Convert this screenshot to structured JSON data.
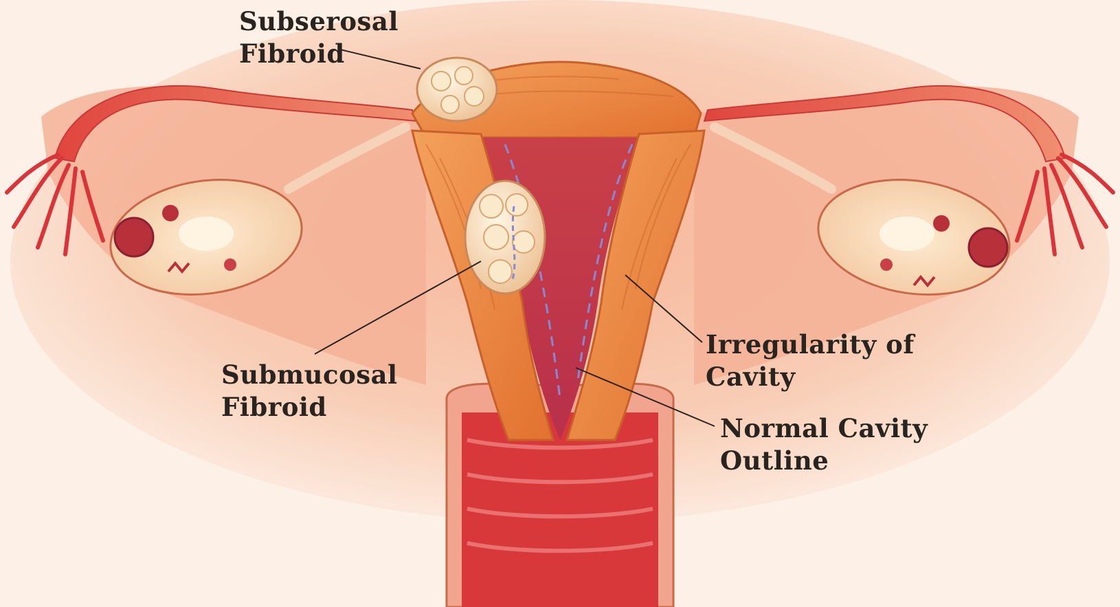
{
  "labels": {
    "subserosal": {
      "line1": "Subserosal",
      "line2": "Fibroid"
    },
    "submucosal": {
      "line1": "Submucosal",
      "line2": "Fibroid"
    },
    "irregularity": {
      "line1": "Irregularity of",
      "line2": "Cavity"
    },
    "normal_outline": {
      "line1": "Normal Cavity",
      "line2": "Outline"
    }
  },
  "colors": {
    "background": "#fdf0e6",
    "tissue_muscle": "#e8823f",
    "tissue_pink": "#f2a58e",
    "tissue_red": "#d9383a",
    "fibroid": "#f8e0bd",
    "leader_line": "#2a2420",
    "dashed_outline": "#8a88d0"
  },
  "icons": [
    "uterus-diagram",
    "fibroid-nodule",
    "ovary",
    "fallopian-tube",
    "cervix"
  ]
}
